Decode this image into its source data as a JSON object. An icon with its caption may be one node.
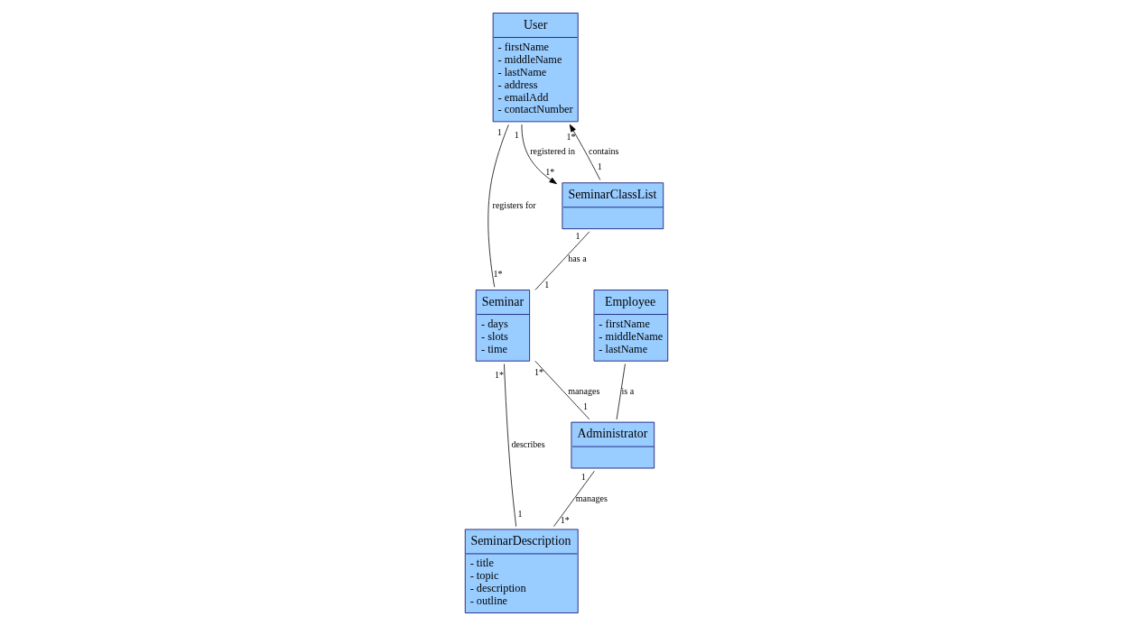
{
  "diagram": {
    "nodes": [
      {
        "text": [
          "User",
          "- firstName",
          "- middleName",
          "- lastName",
          "- address",
          "- emailAdd",
          "- contactNumber"
        ]
      },
      {
        "text": [
          "Seminar",
          "- days",
          "- slots",
          "- time"
        ]
      },
      {
        "text": [
          "Administrator"
        ]
      },
      {
        "text": [
          "Employee",
          "- firstName",
          "- middleName",
          "- lastName"
        ]
      },
      {
        "text": [
          "SeminarClassList"
        ]
      },
      {
        "text": [
          "SeminarDescription",
          "- title",
          "- topic",
          "- description",
          "- outline"
        ]
      }
    ],
    "edges": [
      {
        "from": 0,
        "to": 1,
        "arrow": "none",
        "label": "registers for"
      },
      {
        "from": 1,
        "to": 2,
        "arrow": "none",
        "label": "manages"
      },
      {
        "from": 3,
        "to": 2,
        "arrow": "none",
        "label": "is a"
      },
      {
        "from": 2,
        "to": 5,
        "arrow": "none",
        "label": "manages"
      },
      {
        "from": 1,
        "to": 5,
        "arrow": "none",
        "label": "describes"
      },
      {
        "from": 4,
        "to": 1,
        "arrow": "none",
        "label": "has a"
      },
      {
        "from": 0,
        "to": 4,
        "arrow": "to",
        "label": "registered in"
      },
      {
        "from": 4,
        "to": 0,
        "arrow": "to",
        "label": "contains"
      }
    ],
    "labels": [
      "1",
      "1*",
      "1*",
      "1",
      "1",
      "1",
      "1*",
      "1",
      "1*",
      "1",
      "1",
      "1*",
      "1",
      "1*"
    ]
  }
}
